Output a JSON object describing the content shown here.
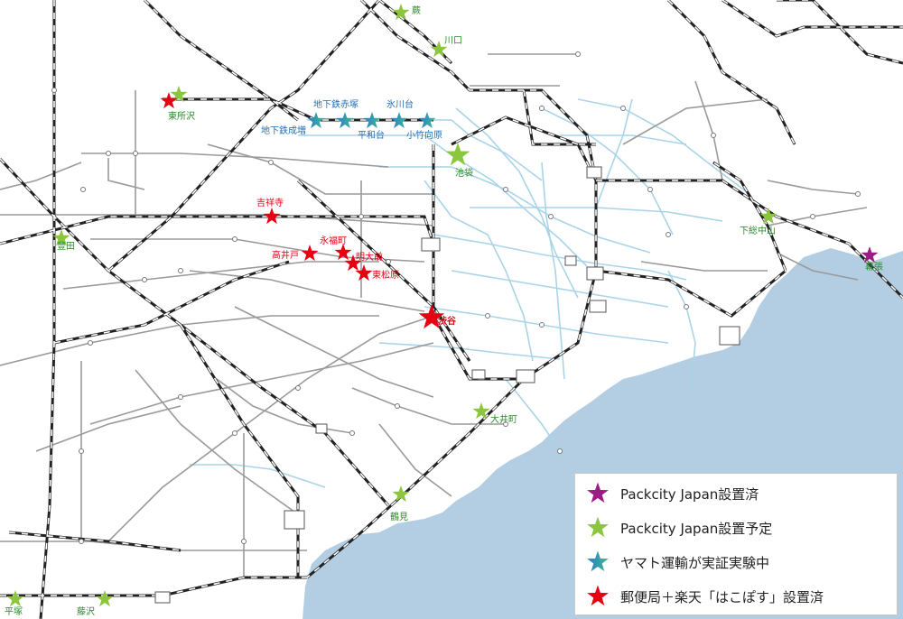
{
  "colors": {
    "sea": "#b3cde3",
    "jr_line": "#222222",
    "private_line": "#9a9a9a",
    "subway_line": "#a9d4e8",
    "packcity_installed": "#9c1b84",
    "packcity_planned": "#8cc63f",
    "yamato_trial_a": "#2e7bcf",
    "yamato_trial_b": "#3dbb8c",
    "post_rakuten": "#e60012",
    "label_green": "#2a8a2a",
    "label_blue": "#1e6fb5",
    "label_red": "#e60012"
  },
  "stations": [
    {
      "name": "蕨",
      "marker": "packcity_planned",
      "label_color": "label_green"
    },
    {
      "name": "川口",
      "marker": "packcity_planned",
      "label_color": "label_green"
    },
    {
      "name": "東所沢",
      "marker": "post_rakuten",
      "label_color": "label_green"
    },
    {
      "name": "地下鉄成増",
      "marker": "yamato_trial",
      "label_color": "label_blue"
    },
    {
      "name": "地下鉄赤塚",
      "marker": "yamato_trial",
      "label_color": "label_blue"
    },
    {
      "name": "平和台",
      "marker": "yamato_trial",
      "label_color": "label_blue"
    },
    {
      "name": "氷川台",
      "marker": "yamato_trial",
      "label_color": "label_blue"
    },
    {
      "name": "小竹向原",
      "marker": "yamato_trial",
      "label_color": "label_blue"
    },
    {
      "name": "池袋",
      "marker": "packcity_planned",
      "label_color": "label_green"
    },
    {
      "name": "吉祥寺",
      "marker": "post_rakuten",
      "label_color": "label_red"
    },
    {
      "name": "永福町",
      "marker": "post_rakuten",
      "label_color": "label_red"
    },
    {
      "name": "高井戸",
      "marker": "post_rakuten",
      "label_color": "label_red"
    },
    {
      "name": "明大前",
      "marker": "post_rakuten",
      "label_color": "label_red"
    },
    {
      "name": "東松原",
      "marker": "post_rakuten",
      "label_color": "label_red"
    },
    {
      "name": "豊田",
      "marker": "packcity_planned",
      "label_color": "label_green"
    },
    {
      "name": "渋谷",
      "marker": "post_rakuten",
      "label_color": "label_red"
    },
    {
      "name": "下総中山",
      "marker": "packcity_planned",
      "label_color": "label_green"
    },
    {
      "name": "幕張",
      "marker": "packcity_installed",
      "label_color": "label_green"
    },
    {
      "name": "大井町",
      "marker": "packcity_planned",
      "label_color": "label_green"
    },
    {
      "name": "鶴見",
      "marker": "packcity_planned",
      "label_color": "label_green"
    },
    {
      "name": "平塚",
      "marker": "packcity_planned",
      "label_color": "label_green"
    },
    {
      "name": "藤沢",
      "marker": "packcity_planned",
      "label_color": "label_green"
    }
  ],
  "legend": [
    {
      "marker": "packcity_installed",
      "label": "Packcity Japan設置済"
    },
    {
      "marker": "packcity_planned",
      "label": "Packcity Japan設置予定"
    },
    {
      "marker": "yamato_trial",
      "label": "ヤマト運輸が実証実験中"
    },
    {
      "marker": "post_rakuten",
      "label": "郵便局＋楽天「はこぽす」設置済"
    }
  ]
}
